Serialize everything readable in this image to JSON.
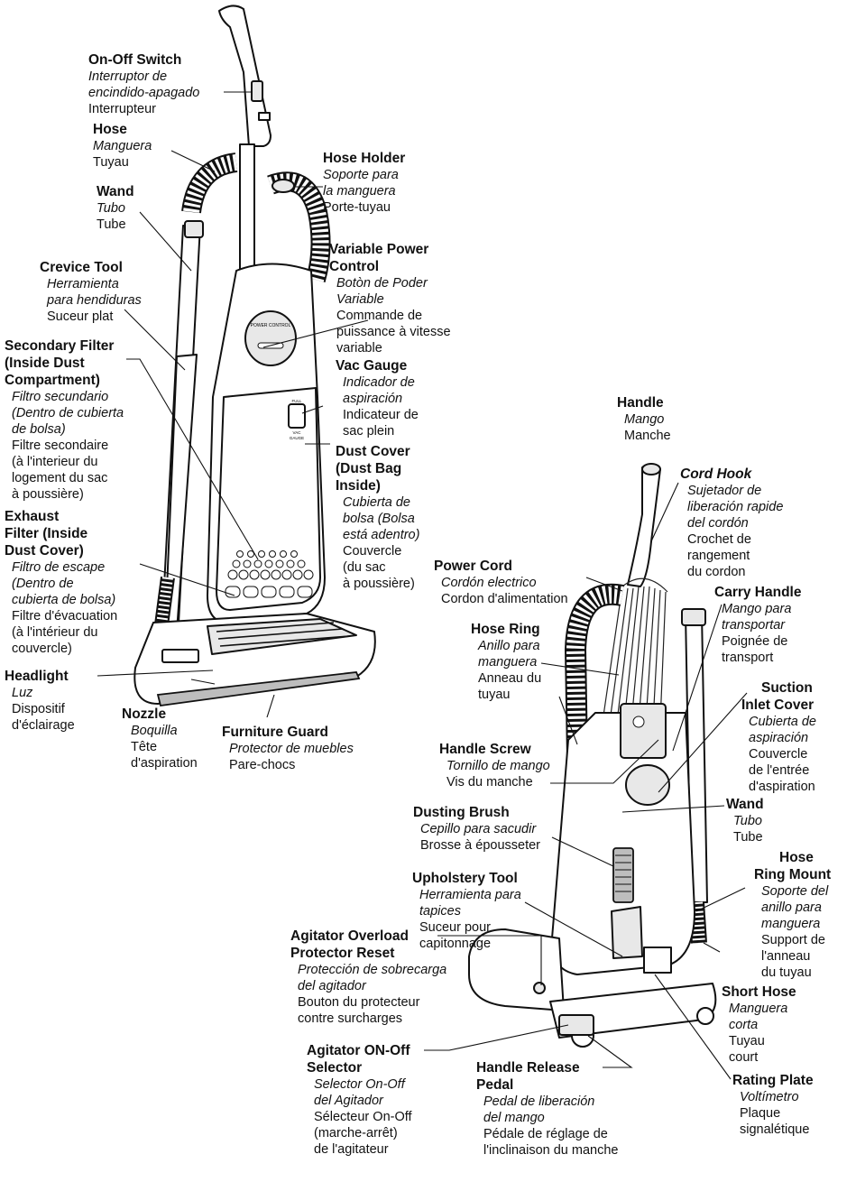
{
  "labels": [
    {
      "id": "on-off-switch",
      "title": [
        "On-Off Switch"
      ],
      "es": [
        "Interruptor de",
        "encindido-apagado"
      ],
      "fr": [
        "Interrupteur"
      ]
    },
    {
      "id": "hose",
      "title": [
        "Hose"
      ],
      "es": [
        "Manguera"
      ],
      "fr": [
        "Tuyau"
      ]
    },
    {
      "id": "hose-holder",
      "title": [
        "Hose Holder"
      ],
      "es": [
        "Soporte para",
        "la manguera"
      ],
      "fr": [
        "Porte-tuyau"
      ]
    },
    {
      "id": "wand-left",
      "title": [
        "Wand"
      ],
      "es": [
        "Tubo"
      ],
      "fr": [
        "Tube"
      ]
    },
    {
      "id": "variable-power-control",
      "title": [
        "Variable Power",
        "Control"
      ],
      "es": [
        "Botòn de Poder",
        "Variable"
      ],
      "fr": [
        "Commande de",
        "puissance à vitesse",
        "variable"
      ]
    },
    {
      "id": "crevice-tool",
      "title": [
        "Crevice Tool"
      ],
      "es": [
        "Herramienta",
        "para hendiduras"
      ],
      "fr": [
        "Suceur plat"
      ]
    },
    {
      "id": "secondary-filter",
      "title": [
        "Secondary Filter",
        "(Inside Dust",
        "Compartment)"
      ],
      "es": [
        "Filtro secundario",
        "(Dentro de cubierta",
        "de bolsa)"
      ],
      "fr": [
        "Filtre secondaire",
        "(à l'interieur du",
        "logement du sac",
        "à poussière)"
      ]
    },
    {
      "id": "vac-gauge",
      "title": [
        "Vac Gauge"
      ],
      "es": [
        "Indicador de",
        "aspiración"
      ],
      "fr": [
        "Indicateur de",
        "sac plein"
      ]
    },
    {
      "id": "dust-cover",
      "title": [
        "Dust Cover",
        "(Dust Bag",
        "Inside)"
      ],
      "es": [
        "Cubierta de",
        "bolsa (Bolsa",
        "está adentro)"
      ],
      "fr": [
        "Couvercle",
        "(du sac",
        "à poussière)"
      ]
    },
    {
      "id": "exhaust-filter",
      "title": [
        "Exhaust",
        "Filter (Inside",
        "Dust Cover)"
      ],
      "es": [
        "Filtro de escape",
        "(Dentro de",
        "cubierta de bolsa)"
      ],
      "fr": [
        "Filtre d'évacuation",
        "(à l'intérieur du",
        "couvercle)"
      ]
    },
    {
      "id": "headlight",
      "title": [
        "Headlight"
      ],
      "es": [
        "Luz"
      ],
      "fr": [
        "Dispositif",
        "d'éclairage"
      ]
    },
    {
      "id": "nozzle",
      "title": [
        "Nozzle"
      ],
      "es": [
        "Boquilla"
      ],
      "fr": [
        "Tête",
        "d'aspiration"
      ]
    },
    {
      "id": "furniture-guard",
      "title": [
        "Furniture Guard"
      ],
      "es": [
        "Protector de muebles"
      ],
      "fr": [
        "Pare-chocs"
      ]
    },
    {
      "id": "handle",
      "title": [
        "Handle"
      ],
      "es": [
        "Mango"
      ],
      "fr": [
        "Manche"
      ]
    },
    {
      "id": "cord-hook",
      "title": [
        "Cord Hook"
      ],
      "es": [
        "Sujetador de",
        "liberación rapide",
        "del cordón"
      ],
      "fr": [
        "Crochet de",
        "rangement",
        "du cordon"
      ]
    },
    {
      "id": "power-cord",
      "title": [
        "Power Cord"
      ],
      "es": [
        "Cordón electrico"
      ],
      "fr": [
        "Cordon d'alimentation"
      ]
    },
    {
      "id": "carry-handle",
      "title": [
        "Carry Handle"
      ],
      "es": [
        "Mango para",
        "transportar"
      ],
      "fr": [
        "Poignée de",
        "transport"
      ]
    },
    {
      "id": "hose-ring",
      "title": [
        "Hose Ring"
      ],
      "es": [
        "Anillo para",
        "manguera"
      ],
      "fr": [
        "Anneau du",
        "tuyau"
      ]
    },
    {
      "id": "suction-inlet-cover",
      "title": [
        "Suction",
        "Inlet Cover"
      ],
      "es": [
        "Cubierta de",
        "aspiración"
      ],
      "fr": [
        "Couvercle",
        "de l'entrée",
        "d'aspiration"
      ]
    },
    {
      "id": "handle-screw",
      "title": [
        "Handle Screw"
      ],
      "es": [
        "Tornillo de mango"
      ],
      "fr": [
        "Vis du manche"
      ]
    },
    {
      "id": "wand-right",
      "title": [
        "Wand"
      ],
      "es": [
        "Tubo"
      ],
      "fr": [
        "Tube"
      ]
    },
    {
      "id": "dusting-brush",
      "title": [
        "Dusting Brush"
      ],
      "es": [
        "Cepillo para sacudir"
      ],
      "fr": [
        "Brosse à épousseter"
      ]
    },
    {
      "id": "hose-ring-mount",
      "title": [
        "Hose",
        "Ring Mount"
      ],
      "es": [
        "Soporte del",
        "anillo para",
        "manguera"
      ],
      "fr": [
        "Support de",
        "l'anneau",
        "du tuyau"
      ]
    },
    {
      "id": "upholstery-tool",
      "title": [
        "Upholstery Tool"
      ],
      "es": [
        "Herramienta para",
        "tapices"
      ],
      "fr": [
        "Suceur pour",
        "capitonnage"
      ]
    },
    {
      "id": "agitator-overload",
      "title": [
        "Agitator Overload",
        "Protector Reset"
      ],
      "es": [
        "Protección de sobrecarga",
        "del agitador"
      ],
      "fr": [
        "Bouton du protecteur",
        "contre surcharges"
      ]
    },
    {
      "id": "short-hose",
      "title": [
        "Short Hose"
      ],
      "es": [
        "Manguera",
        "corta"
      ],
      "fr": [
        "Tuyau",
        "court"
      ]
    },
    {
      "id": "agitator-selector",
      "title": [
        "Agitator ON-Off",
        "Selector"
      ],
      "es": [
        "Selector  On-Off",
        "del Agitador"
      ],
      "fr": [
        "Sélecteur On-Off",
        "(marche-arrêt)",
        "de l'agitateur"
      ]
    },
    {
      "id": "handle-release-pedal",
      "title": [
        "Handle Release",
        "Pedal"
      ],
      "es": [
        "Pedal de liberación",
        "del mango"
      ],
      "fr": [
        "Pédale de réglage de",
        "l'inclinaison du manche"
      ]
    },
    {
      "id": "rating-plate",
      "title": [
        "Rating Plate"
      ],
      "es": [
        "Voltímetro"
      ],
      "fr": [
        "Plaque",
        "signalétique"
      ]
    }
  ],
  "device": {
    "power_control_text": "POWER CONTROL",
    "gauge_full": "FULL",
    "gauge_vac": "VAC",
    "gauge_gauge": "GAUGE"
  }
}
